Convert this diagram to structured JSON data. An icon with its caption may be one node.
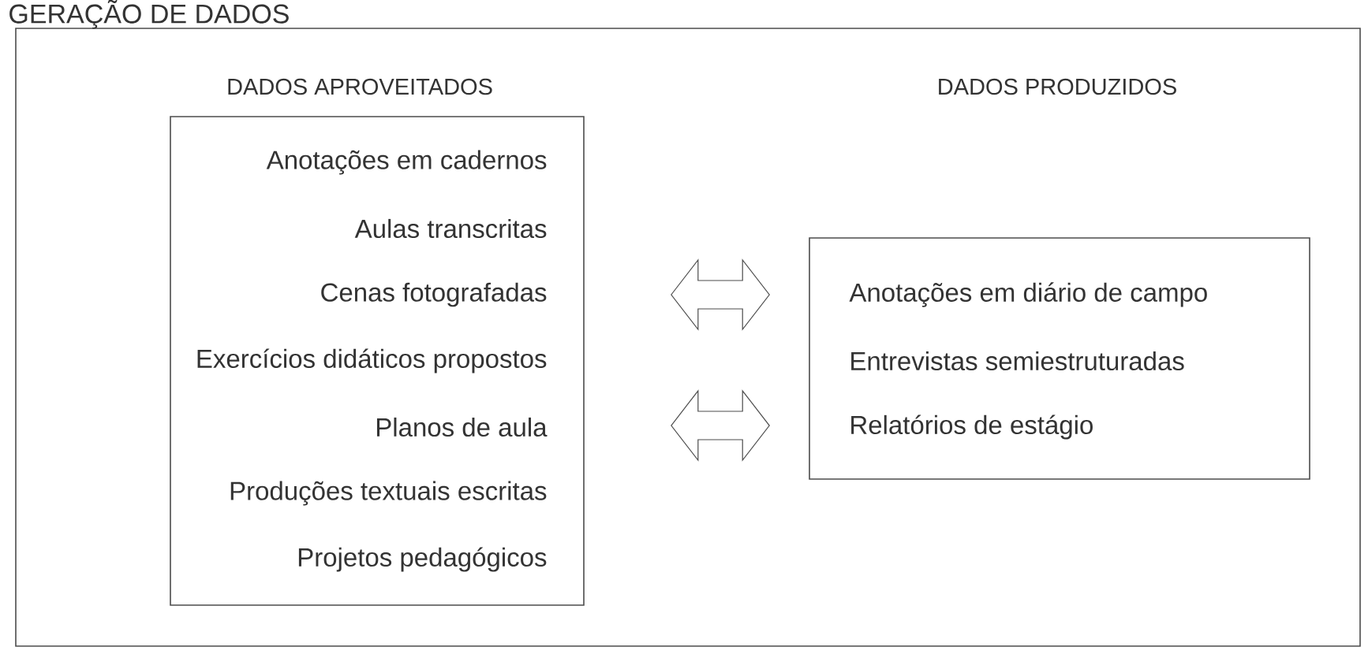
{
  "diagram": {
    "nodes": [
      {
        "text": [
          "GERAÇÃO DE DADOS"
        ]
      },
      {
        "text": [
          "Anotações em cadernos",
          "Aulas transcritas",
          "Cenas fotografadas",
          "Exercícios didáticos propostos",
          "Planos de aula",
          "Produções textuais escritas",
          "Projetos pedagógicos"
        ],
        "in": 0
      },
      {
        "text": [
          "Anotações em diário de campo",
          "Entrevistas semiestruturadas",
          "Relatórios de estágio"
        ],
        "in": 0
      }
    ],
    "edges": [
      {
        "from": 1,
        "to": 2,
        "arrow": "both"
      },
      {
        "from": 1,
        "to": 2,
        "arrow": "both"
      }
    ],
    "labels": [
      "DADOS APROVEITADOS",
      "DADOS PRODUZIDOS"
    ]
  }
}
